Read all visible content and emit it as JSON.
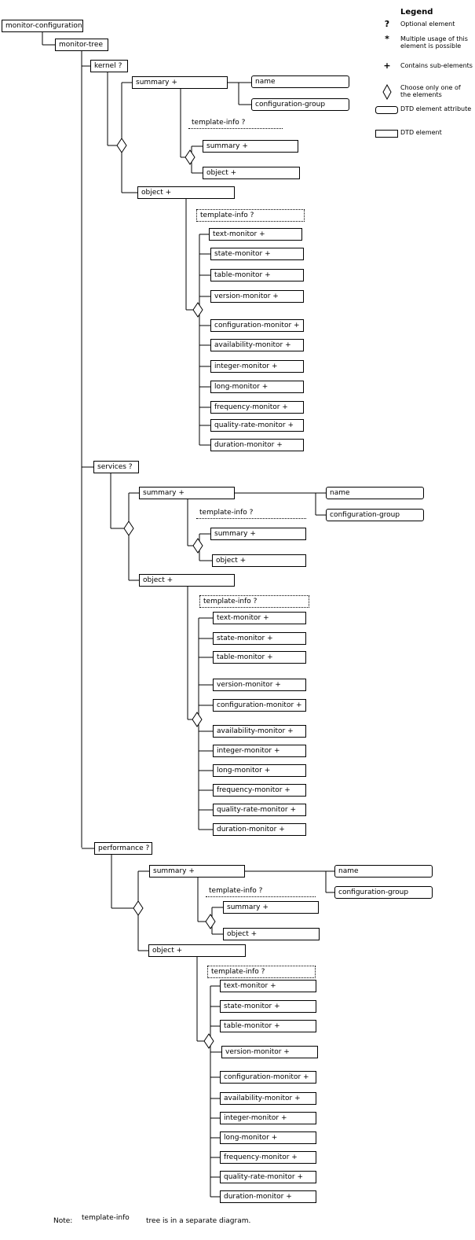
{
  "legend": {
    "title": "Legend",
    "items": [
      {
        "symbol": "?",
        "text": "Optional element"
      },
      {
        "symbol": "*",
        "text": "Multiple usage of this element is possible"
      },
      {
        "symbol": "+",
        "text": "Contains sub-elements"
      },
      {
        "symbol": "diamond",
        "text": "Choose only one of the elements"
      },
      {
        "symbol": "rounded-box",
        "text": "DTD element attribute"
      },
      {
        "symbol": "box",
        "text": "DTD element"
      }
    ]
  },
  "root": {
    "label": "monitor-configuration"
  },
  "tree": {
    "label": "monitor-tree"
  },
  "sections": [
    {
      "label": "kernel ?",
      "summary_label": "summary +",
      "attributes": [
        "name",
        "configuration-group"
      ],
      "summary_template_info": "template-info ?",
      "summary_children": [
        "summary +",
        "object +"
      ],
      "object_label": "object +",
      "object_template_info": "template-info ?",
      "monitors": [
        "text-monitor  +",
        "state-monitor +",
        "table-monitor +",
        "version-monitor +",
        "configuration-monitor +",
        "availability-monitor +",
        "integer-monitor +",
        "long-monitor +",
        "frequency-monitor +",
        "quality-rate-monitor +",
        "duration-monitor +"
      ]
    },
    {
      "label": "services ?",
      "summary_label": "summary +",
      "attributes": [
        "name",
        "configuration-group"
      ],
      "summary_template_info": "template-info ?",
      "summary_children": [
        "summary +",
        "object +"
      ],
      "object_label": "object +",
      "object_template_info": "template-info ?",
      "monitors": [
        "text-monitor  +",
        "state-monitor +",
        "table-monitor +",
        "version-monitor +",
        "configuration-monitor +",
        "availability-monitor +",
        "integer-monitor +",
        "long-monitor +",
        "frequency-monitor +",
        "quality-rate-monitor +",
        "duration-monitor +"
      ]
    },
    {
      "label": "performance ?",
      "summary_label": "summary +",
      "attributes": [
        "name",
        "configuration-group"
      ],
      "summary_template_info": "template-info ?",
      "summary_children": [
        "summary +",
        "object +"
      ],
      "object_label": "object +",
      "object_template_info": "template-info ?",
      "monitors": [
        "text-monitor  +",
        "state-monitor +",
        "table-monitor +",
        "version-monitor +",
        "configuration-monitor +",
        "availability-monitor +",
        "integer-monitor +",
        "long-monitor +",
        "frequency-monitor +",
        "quality-rate-monitor +",
        "duration-monitor +"
      ]
    }
  ],
  "note": {
    "prefix": "Note:",
    "term": "template-info",
    "text": "tree is in a separate diagram."
  }
}
